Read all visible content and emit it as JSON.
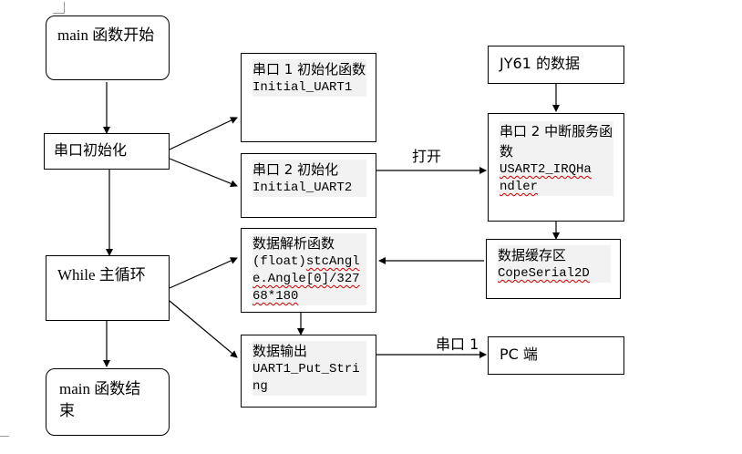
{
  "nodes": {
    "main_start": "main 函数开始",
    "uart_init": "串口初始化",
    "while_loop": "While 主循环",
    "main_end": "main 函数结束",
    "uart1_init": {
      "title": "串口 1 初始化函数",
      "code": "Initial_UART1"
    },
    "uart2_init": {
      "title": "串口 2 初始化",
      "code": "Initial_UART2"
    },
    "jy61_data": "JY61 的数据",
    "uart2_irq": {
      "title": "串口 2 中断服务函数",
      "code_a": "USART2_IRQHa",
      "code_b": "ndler"
    },
    "data_parse": {
      "title": "数据解析函数",
      "code_a": "(float)",
      "code_b": "stcAngle.Angle[0]/32768*180"
    },
    "data_buffer": {
      "title": "数据缓存区",
      "code": "CopeSerial2D"
    },
    "data_output": {
      "title": "数据输出",
      "code": "UART1_Put_String"
    },
    "pc": "PC 端"
  },
  "edge_labels": {
    "open": "打开",
    "uart1": "串口 1"
  }
}
